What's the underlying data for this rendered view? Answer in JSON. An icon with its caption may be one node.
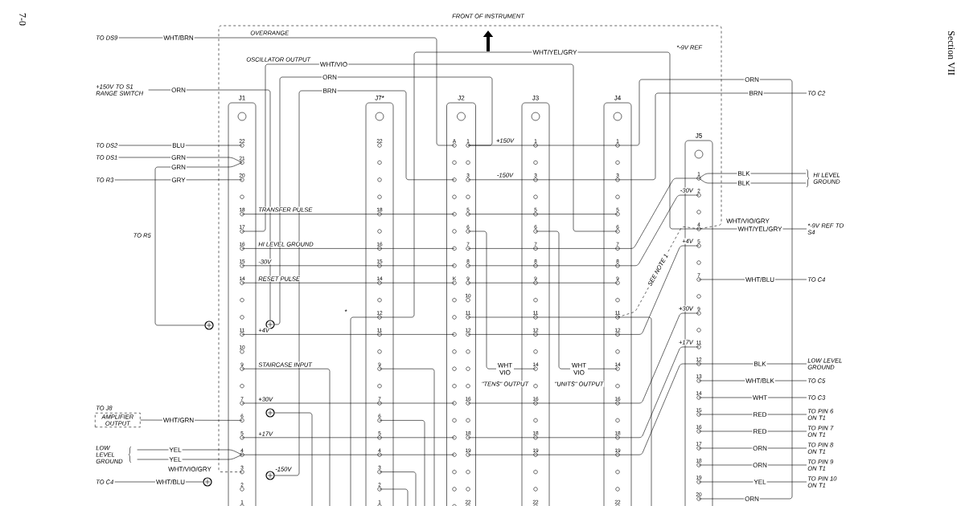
{
  "diagram": {
    "nodes": [
      {
        "text": [
          "TO DS9"
        ]
      },
      {
        "text": [
          "+150V TO S1 RANGE SWITCH"
        ]
      },
      {
        "text": [
          "J1",
          "22",
          "21",
          "20",
          "18",
          "17",
          "16",
          "15",
          "14",
          "11",
          "10",
          "9",
          "7",
          "6",
          "5",
          "4",
          "3",
          "2",
          "1"
        ]
      },
      {
        "text": [
          "J7*",
          "22",
          "18",
          "16",
          "15",
          "14",
          "12",
          "11",
          "9",
          "7",
          "6",
          "5",
          "4",
          "3",
          "2",
          "1"
        ]
      },
      {
        "text": [
          "J2",
          "A",
          "1",
          "3",
          "5",
          "6",
          "7",
          "8",
          "K",
          "9",
          "10",
          "11",
          "12",
          "16",
          "18",
          "19",
          "22"
        ]
      },
      {
        "text": [
          "J3",
          "1",
          "3",
          "5",
          "6",
          "7",
          "8",
          "9",
          "11",
          "12",
          "14",
          "16",
          "18",
          "19",
          "22"
        ]
      },
      {
        "text": [
          "J4",
          "1",
          "3",
          "5",
          "6",
          "7",
          "8",
          "9",
          "11",
          "12",
          "14",
          "16",
          "18",
          "19",
          "22"
        ]
      },
      {
        "text": [
          "TO C2"
        ]
      },
      {
        "text": [
          "TO DS2"
        ]
      },
      {
        "text": [
          "TO DS1"
        ]
      },
      {
        "text": [
          "TO R3"
        ]
      },
      {
        "text": [
          "J5",
          "1",
          "2",
          "4",
          "5",
          "7",
          "9",
          "11",
          "12",
          "13",
          "14",
          "15",
          "16",
          "17",
          "18",
          "19",
          "20"
        ]
      },
      {
        "text": [
          "HI LEVEL GROUND"
        ]
      },
      {
        "text": [
          "*-9V REF TO S4"
        ]
      },
      {
        "text": [
          "TO C4"
        ]
      },
      {
        "text": [],
        "shape": "circle"
      },
      {
        "text": [],
        "shape": "circle"
      },
      {
        "text": [
          "LOW LEVEL GROUND"
        ]
      },
      {
        "text": [
          "TO C5"
        ]
      },
      {
        "text": [
          "TO C3"
        ]
      },
      {
        "text": [
          "TO J8",
          "AMPLIFIER OUTPUT"
        ]
      },
      {
        "text": [],
        "shape": "circle"
      },
      {
        "text": [
          "TO PIN 6 ON T1"
        ]
      },
      {
        "text": [
          "TO PIN 7 ON T1"
        ]
      },
      {
        "text": [
          "LOW LEVEL GROUND"
        ]
      },
      {
        "text": [
          "TO PIN 8 ON T1"
        ]
      },
      {
        "text": [
          "TO PIN 9 ON T1"
        ]
      },
      {
        "text": [
          "TO C4"
        ]
      },
      {
        "text": [],
        "shape": "circle"
      },
      {
        "text": [],
        "shape": "circle"
      },
      {
        "text": [
          "TO PIN 10 ON T1"
        ]
      }
    ],
    "edges": [
      {
        "from": 0,
        "to": 4,
        "arrow": "none",
        "label": "WHT/BRN"
      },
      {
        "from": 1,
        "to": 16,
        "arrow": "none",
        "label": "ORN"
      },
      {
        "from": 8,
        "to": 2,
        "arrow": "none",
        "label": "BLU"
      },
      {
        "from": 9,
        "to": 2,
        "arrow": "none",
        "label": "GRN"
      },
      {
        "from": 2,
        "to": 15,
        "arrow": "none",
        "label": "GRN"
      },
      {
        "from": 10,
        "to": 2,
        "arrow": "none",
        "label": "GRY"
      },
      {
        "from": 2,
        "to": 6,
        "arrow": "none",
        "label": "WHT/VIO"
      },
      {
        "from": 16,
        "to": 4,
        "arrow": "none",
        "label": "ORN"
      },
      {
        "from": 29,
        "to": 4,
        "arrow": "none",
        "label": "BRN"
      },
      {
        "from": 3,
        "to": 11,
        "arrow": "none",
        "label": "WHT/YEL/GRY"
      },
      {
        "from": 2,
        "to": 11,
        "arrow": "none",
        "label": "WHT/VIO/GRY",
        "style": "dashed"
      },
      {
        "from": 20,
        "to": 2,
        "arrow": "none",
        "label": "WHT/GRN"
      },
      {
        "from": 24,
        "to": 2,
        "arrow": "none",
        "label": "YEL"
      },
      {
        "from": 24,
        "to": 2,
        "arrow": "none",
        "label": "YEL"
      },
      {
        "from": 27,
        "to": 28,
        "arrow": "none",
        "label": "WHT/BLU"
      },
      {
        "from": 21,
        "to": null,
        "arrow": "none"
      },
      {
        "from": 2,
        "to": null,
        "arrow": "none",
        "label": "STAIRCASE INPUT"
      },
      {
        "from": 3,
        "to": null,
        "arrow": "none"
      },
      {
        "from": 3,
        "to": null,
        "arrow": "none"
      },
      {
        "from": 3,
        "to": null,
        "arrow": "none"
      },
      {
        "from": 3,
        "to": null,
        "arrow": "none"
      },
      {
        "from": 3,
        "to": null,
        "arrow": "none"
      },
      {
        "from": 2,
        "to": 3,
        "arrow": "none",
        "label": "TRANSFER PULSE"
      },
      {
        "from": 3,
        "to": 4,
        "arrow": "none"
      },
      {
        "from": 4,
        "to": 5,
        "arrow": "none"
      },
      {
        "from": 5,
        "to": 6,
        "arrow": "none"
      },
      {
        "from": 2,
        "to": 3,
        "arrow": "none",
        "label": "HI LEVEL GROUND"
      },
      {
        "from": 3,
        "to": 4,
        "arrow": "none"
      },
      {
        "from": 4,
        "to": 5,
        "arrow": "none"
      },
      {
        "from": 5,
        "to": 6,
        "arrow": "none"
      },
      {
        "from": 6,
        "to": 11,
        "arrow": "none"
      },
      {
        "from": 2,
        "to": 3,
        "arrow": "none",
        "label": "-30V"
      },
      {
        "from": 3,
        "to": 4,
        "arrow": "none"
      },
      {
        "from": 4,
        "to": 5,
        "arrow": "none"
      },
      {
        "from": 5,
        "to": 6,
        "arrow": "none"
      },
      {
        "from": 6,
        "to": 11,
        "arrow": "none",
        "label": "-30V"
      },
      {
        "from": 2,
        "to": 3,
        "arrow": "none",
        "label": "RESET PULSE"
      },
      {
        "from": 3,
        "to": 4,
        "arrow": "none"
      },
      {
        "from": 4,
        "to": 5,
        "arrow": "none"
      },
      {
        "from": 5,
        "to": 6,
        "arrow": "none"
      },
      {
        "from": 2,
        "to": 3,
        "arrow": "none",
        "label": "+4V"
      },
      {
        "from": 3,
        "to": 4,
        "arrow": "none"
      },
      {
        "from": 4,
        "to": 5,
        "arrow": "none"
      },
      {
        "from": 5,
        "to": 6,
        "arrow": "none"
      },
      {
        "from": 6,
        "to": 11,
        "arrow": "none",
        "label": "+4V"
      },
      {
        "from": 2,
        "to": 3,
        "arrow": "none",
        "label": "+30V"
      },
      {
        "from": 3,
        "to": 4,
        "arrow": "none"
      },
      {
        "from": 4,
        "to": 5,
        "arrow": "none"
      },
      {
        "from": 5,
        "to": 6,
        "arrow": "none"
      },
      {
        "from": 6,
        "to": 11,
        "arrow": "none",
        "label": "+30V"
      },
      {
        "from": 2,
        "to": 3,
        "arrow": "none",
        "label": "+17V"
      },
      {
        "from": 3,
        "to": 4,
        "arrow": "none"
      },
      {
        "from": 4,
        "to": 5,
        "arrow": "none"
      },
      {
        "from": 5,
        "to": 6,
        "arrow": "none"
      },
      {
        "from": 6,
        "to": 11,
        "arrow": "none",
        "label": "+17V"
      },
      {
        "from": 2,
        "to": 3,
        "arrow": "none"
      },
      {
        "from": 3,
        "to": 4,
        "arrow": "none"
      },
      {
        "from": 4,
        "to": 5,
        "arrow": "none"
      },
      {
        "from": 5,
        "to": 6,
        "arrow": "none"
      },
      {
        "from": 6,
        "to": 11,
        "arrow": "none"
      },
      {
        "from": 4,
        "to": 5,
        "arrow": "none",
        "label": "+150V"
      },
      {
        "from": 5,
        "to": 6,
        "arrow": "none"
      },
      {
        "from": 4,
        "to": 5,
        "arrow": "none",
        "label": "-150V"
      },
      {
        "from": 5,
        "to": 6,
        "arrow": "none"
      },
      {
        "from": 4,
        "to": 5,
        "arrow": "none"
      },
      {
        "from": 5,
        "to": 6,
        "arrow": "none"
      },
      {
        "from": 6,
        "to": null,
        "arrow": "none"
      },
      {
        "from": 4,
        "to": 5,
        "arrow": "none",
        "label": "WHT VIO"
      },
      {
        "from": 5,
        "to": 6,
        "arrow": "none",
        "label": "WHT VIO"
      },
      {
        "from": 6,
        "to": 11,
        "arrow": "none",
        "label": "SEE NOTE 1",
        "style": "dashed"
      },
      {
        "from": 6,
        "to": 7,
        "arrow": "none",
        "label": "BRN"
      },
      {
        "from": 6,
        "to": 11,
        "arrow": "none",
        "label": "ORN"
      },
      {
        "from": 11,
        "to": 12,
        "arrow": "none",
        "label": "BLK"
      },
      {
        "from": 11,
        "to": 12,
        "arrow": "none",
        "label": "BLK"
      },
      {
        "from": 11,
        "to": 13,
        "arrow": "none",
        "label": "WHT/YEL/GRY"
      },
      {
        "from": 11,
        "to": 14,
        "arrow": "none",
        "label": "WHT/BLU"
      },
      {
        "from": 11,
        "to": 17,
        "arrow": "none",
        "label": "BLK"
      },
      {
        "from": 11,
        "to": 18,
        "arrow": "none",
        "label": "WHT/BLK"
      },
      {
        "from": 11,
        "to": 19,
        "arrow": "none",
        "label": "WHT"
      },
      {
        "from": 11,
        "to": 22,
        "arrow": "none",
        "label": "RED"
      },
      {
        "from": 11,
        "to": 23,
        "arrow": "none",
        "label": "RED"
      },
      {
        "from": 11,
        "to": 25,
        "arrow": "none",
        "label": "ORN"
      },
      {
        "from": 11,
        "to": 26,
        "arrow": "none",
        "label": "ORN"
      },
      {
        "from": 11,
        "to": 30,
        "arrow": "none",
        "label": "YEL"
      }
    ],
    "labels": [
      "7-0",
      "FRONT OF INSTRUMENT",
      "Section VII",
      "OVERRANGE",
      "*-9V REF",
      "OSCILLATOR OUTPUT",
      "WHT/VIO/GRY",
      "TO R5",
      "*",
      "\"TENS\" OUTPUT",
      "\"UNITS\" OUTPUT",
      "-150V",
      "ORN"
    ]
  }
}
